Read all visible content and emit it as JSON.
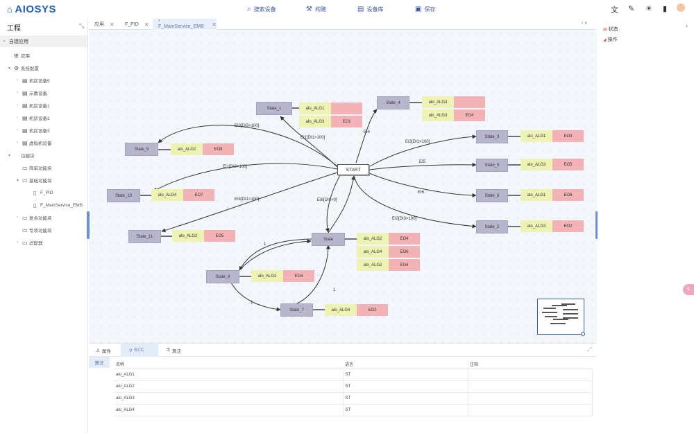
{
  "app": {
    "name": "AIOSYS"
  },
  "topnav": [
    {
      "label": "搜索设备",
      "icon": "search-device-icon"
    },
    {
      "label": "构建",
      "icon": "build-icon"
    },
    {
      "label": "设备库",
      "icon": "device-library-icon"
    },
    {
      "label": "保存",
      "icon": "save-icon"
    }
  ],
  "topright": [
    "translate-icon",
    "wrench-icon",
    "sun-icon",
    "device-icon",
    "avatar"
  ],
  "sidebar": {
    "title": "工程",
    "root": "自建应用",
    "items": [
      {
        "label": "应用",
        "level": 1,
        "icon": "grid-icon",
        "arrow": ""
      },
      {
        "label": "系统配置",
        "level": 1,
        "icon": "gear-icon",
        "arrow": "▾"
      },
      {
        "label": "机房设备5",
        "level": 2,
        "icon": "server-icon",
        "arrow": "›"
      },
      {
        "label": "示教设备",
        "level": 2,
        "icon": "server-icon",
        "arrow": "›"
      },
      {
        "label": "机房设备1",
        "level": 2,
        "icon": "server-icon",
        "arrow": "›"
      },
      {
        "label": "机房设备2",
        "level": 2,
        "icon": "server-icon",
        "arrow": "›"
      },
      {
        "label": "机房设备3",
        "level": 2,
        "icon": "server-icon",
        "arrow": "›"
      },
      {
        "label": "虚拟机设备",
        "level": 2,
        "icon": "server-icon",
        "arrow": "›"
      },
      {
        "label": "功能块",
        "level": 1,
        "icon": "",
        "arrow": "▾"
      },
      {
        "label": "简单功能块",
        "level": 2,
        "icon": "folder-icon",
        "arrow": ""
      },
      {
        "label": "基础功能块",
        "level": 2,
        "icon": "folder-icon",
        "arrow": "▾"
      },
      {
        "label": "F_PID",
        "level": 3,
        "icon": "file-icon",
        "arrow": ""
      },
      {
        "label": "F_MainService_EMB",
        "level": 3,
        "icon": "file-icon",
        "arrow": ""
      },
      {
        "label": "复合功能块",
        "level": 2,
        "icon": "folder-icon",
        "arrow": "›"
      },
      {
        "label": "专项功能块",
        "level": 2,
        "icon": "folder-icon",
        "arrow": ""
      },
      {
        "label": "适配器",
        "level": 2,
        "icon": "folder-icon",
        "arrow": "›"
      }
    ]
  },
  "tabs": [
    {
      "label": "应用",
      "active": false
    },
    {
      "label": "F_PID",
      "active": false
    },
    {
      "label": "* F_MainService_EMB",
      "active": true
    }
  ],
  "tab_nav": "‹ »",
  "ecc": {
    "start": "START",
    "states": [
      {
        "id": "s1",
        "label": "State_1"
      },
      {
        "id": "s4",
        "label": "State_4"
      },
      {
        "id": "s9",
        "label": "State_9"
      },
      {
        "id": "s3",
        "label": "State_3"
      },
      {
        "id": "s5",
        "label": "State_5"
      },
      {
        "id": "s10",
        "label": "State_10"
      },
      {
        "id": "s6",
        "label": "State_6"
      },
      {
        "id": "s11",
        "label": "State_11"
      },
      {
        "id": "s2",
        "label": "State_2"
      },
      {
        "id": "s8",
        "label": "State_8"
      },
      {
        "id": "s7",
        "label": "State_7"
      },
      {
        "id": "sr",
        "label": "State"
      }
    ],
    "actions": [
      {
        "alg": "alo_ALG1",
        "out": ""
      },
      {
        "alg": "alo_ALG3",
        "out": "EO1"
      },
      {
        "alg": "alo_ALG3",
        "out": ""
      },
      {
        "alg": "alo_ALG3",
        "out": "EO4"
      },
      {
        "alg": "alo_ALG2",
        "out": "EO8"
      },
      {
        "alg": "alo_ALG1",
        "out": "EO3"
      },
      {
        "alg": "alo_ALG3",
        "out": "EO5"
      },
      {
        "alg": "alo_ALG4",
        "out": "EO7"
      },
      {
        "alg": "alo_ALG1",
        "out": "EO6"
      },
      {
        "alg": "alo_ALG2",
        "out": "EO5"
      },
      {
        "alg": "alo_ALG3",
        "out": "EO2"
      },
      {
        "alg": "alo_ALG2",
        "out": "EO4"
      },
      {
        "alg": "alo_ALG4",
        "out": "EO6"
      },
      {
        "alg": "alo_ALG2",
        "out": "EO4"
      },
      {
        "alg": "alo_ALG2",
        "out": "EO4"
      },
      {
        "alg": "alo_ALG4",
        "out": "EO2"
      }
    ],
    "edge_labels": [
      "EI3[DI3>100]",
      "EI1[DI1>100]",
      "EI4",
      "EI3[DI1>100]",
      "EI1[DI2>100]",
      "EI5",
      "EI6",
      "EI4[DI1>100]",
      "EI8[DI8>0]",
      "EI2[DI3>100]",
      "1",
      "1",
      "1"
    ]
  },
  "bottom": {
    "tabs": [
      {
        "label": "属性",
        "active": false,
        "icon": "property-icon"
      },
      {
        "label": "ECC",
        "active": true,
        "icon": "ecc-icon"
      },
      {
        "label": "算法",
        "active": false,
        "icon": "algorithm-icon"
      }
    ],
    "subtab": "算法",
    "columns": [
      "名称",
      "语言",
      "注释"
    ],
    "rows": [
      [
        "alo_ALG1",
        "ST",
        ""
      ],
      [
        "alo_ALG2",
        "ST",
        ""
      ],
      [
        "alo_ALG3",
        "ST",
        ""
      ],
      [
        "alo_ALG4",
        "ST",
        ""
      ]
    ]
  },
  "rightpanel": {
    "items": [
      "状态",
      "操作"
    ]
  },
  "float_button": "K"
}
